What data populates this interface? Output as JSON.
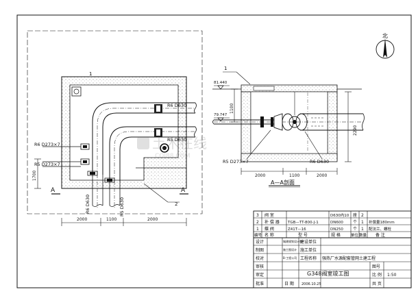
{
  "plan": {
    "pipe_r6_top": "R6  D630",
    "pipe_r5_top": "R5  D630",
    "pipe_r6_left": "R6  D273×7",
    "pipe_r5_left": "R5  D273×7",
    "pipe_r6_bottom": "R6  D630",
    "pipe_r5_bottom": "R5  D630",
    "section_mark": "A",
    "dim_left": "2000",
    "dim_mid": "1100",
    "dim_right": "2000",
    "dim_vertical": "1700",
    "callout_1": "1",
    "callout_2": "2"
  },
  "section": {
    "callout_1": "1",
    "elev_top": "81.440",
    "elev_mid": "79.747",
    "dim_height_left": "1100",
    "dim_height_right": "2290",
    "pipe_left": "R5 D273×7",
    "pipe_right": "R6 D630",
    "dim_1": "2000",
    "dim_2": "1100",
    "dim_3": "2000",
    "title": "A—A剖面"
  },
  "north": {
    "label": "北"
  },
  "watermark": {
    "text": "土木在线",
    "sub": "COI88.COM"
  },
  "table": {
    "rows": [
      [
        "3",
        "阀      室",
        "",
        "D630内10",
        "座",
        "2",
        ""
      ],
      [
        "2",
        "补  偿  器",
        "TGB—TT-800-J-1",
        "DN600",
        "个",
        "1",
        "补偿量180mm"
      ],
      [
        "1",
        "蝶      阀",
        "Z41T—16",
        "DN250",
        "个",
        "1",
        "配法兰、螺栓"
      ]
    ],
    "header": [
      "编号",
      "名      称",
      "型     号",
      "规     格",
      "单位",
      "数量",
      "备     注"
    ],
    "info": {
      "c1": [
        "设计",
        "制图",
        "校对",
        "审核",
        "审定",
        "批准"
      ],
      "c3": [
        "城建规划设计院",
        "施工图设计",
        "B-工程公司"
      ],
      "construction_label": "建设单位",
      "contractor_label": "施工单位",
      "project_name": "工程名称",
      "project_value": "强热厂水源配套管网土建工程",
      "drawing_title": "G348阀室竣工图",
      "no_label": "图号",
      "scale_label": "比  例",
      "scale_value": "1:50",
      "sheet_label": "共   页",
      "date_label": "日  期",
      "date_value": "2006.10.25"
    }
  }
}
